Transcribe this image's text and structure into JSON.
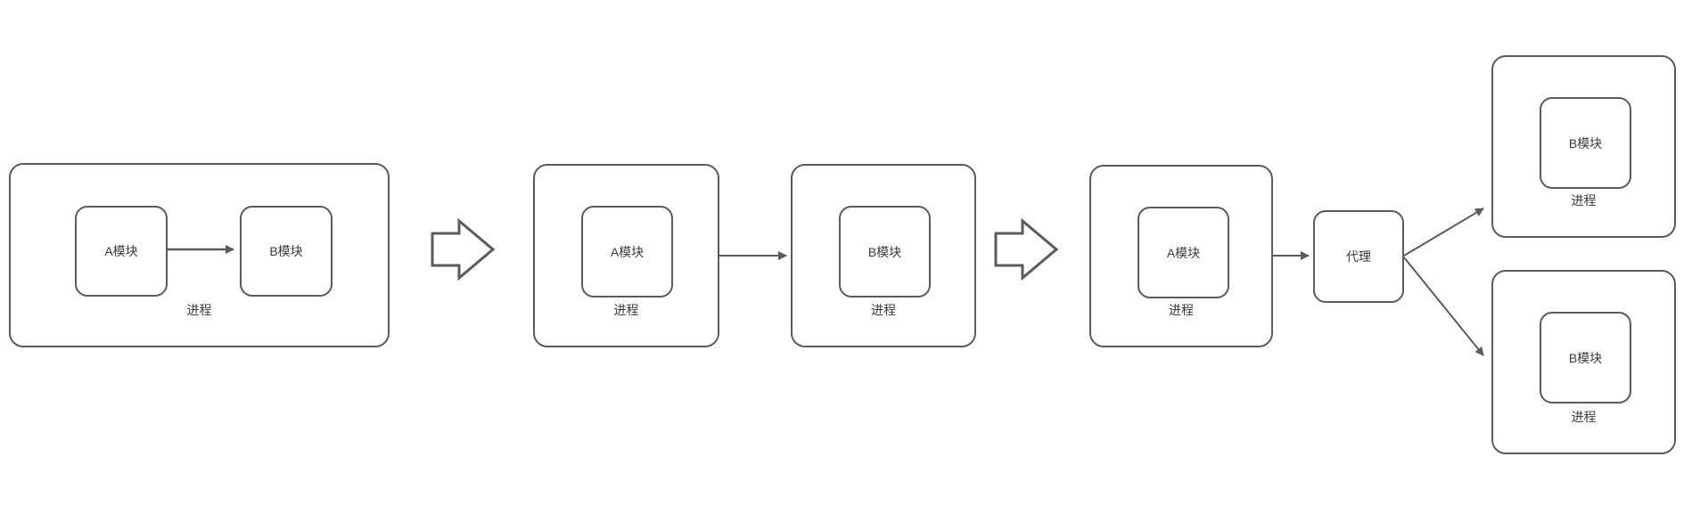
{
  "diagram": {
    "description": "module-to-process architecture evolution flow",
    "colors": {
      "background": "#ffffff",
      "stroke": "#5b5b5b",
      "text": "#3a3a3a"
    },
    "panels": {
      "p1": {
        "label": "进程",
        "module_a": "A模块",
        "module_b": "B模块"
      },
      "p2": {
        "label": "进程",
        "module": "A模块"
      },
      "p3": {
        "label": "进程",
        "module": "B模块"
      },
      "p4": {
        "label": "进程",
        "module": "A模块"
      },
      "proxy": {
        "label": "代理"
      },
      "p5": {
        "label": "进程",
        "module": "B模块"
      },
      "p6": {
        "label": "进程",
        "module": "B模块"
      }
    }
  }
}
